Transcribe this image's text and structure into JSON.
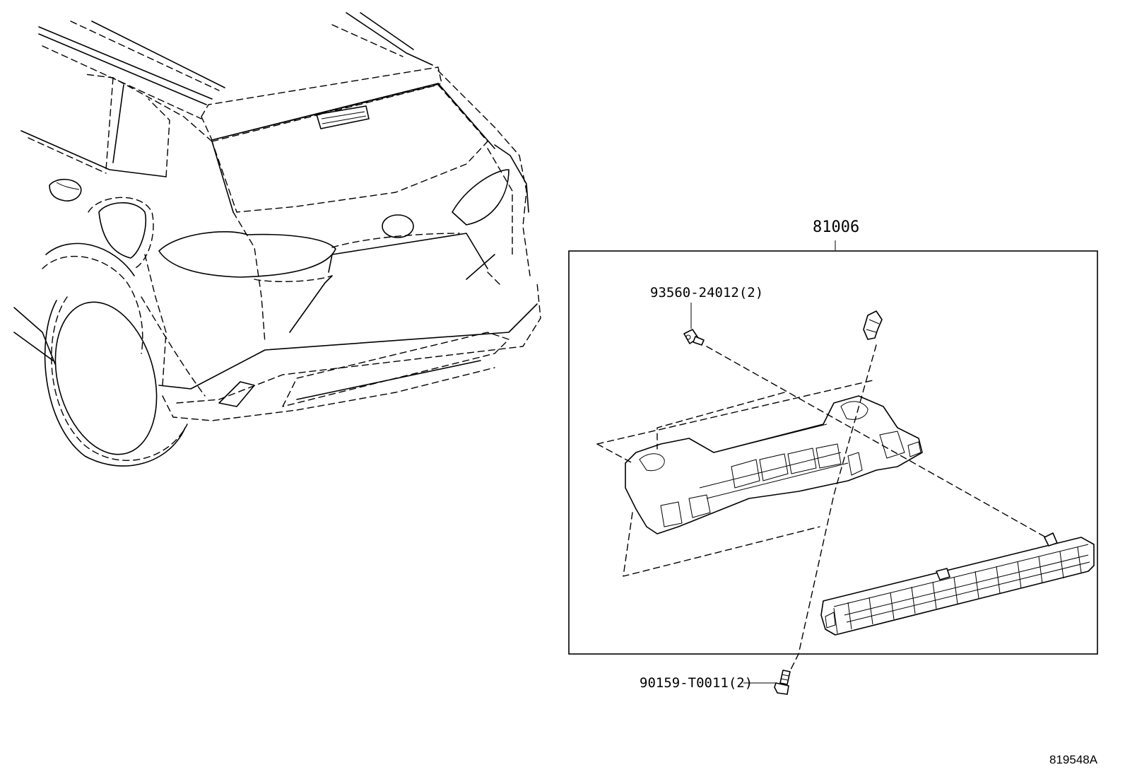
{
  "diagram": {
    "assembly_number": "81006",
    "parts": [
      {
        "number": "93560-24012",
        "qty": "(2)"
      },
      {
        "number": "90159-T0011",
        "qty": "(2)"
      }
    ],
    "reference_code": "819548A"
  }
}
